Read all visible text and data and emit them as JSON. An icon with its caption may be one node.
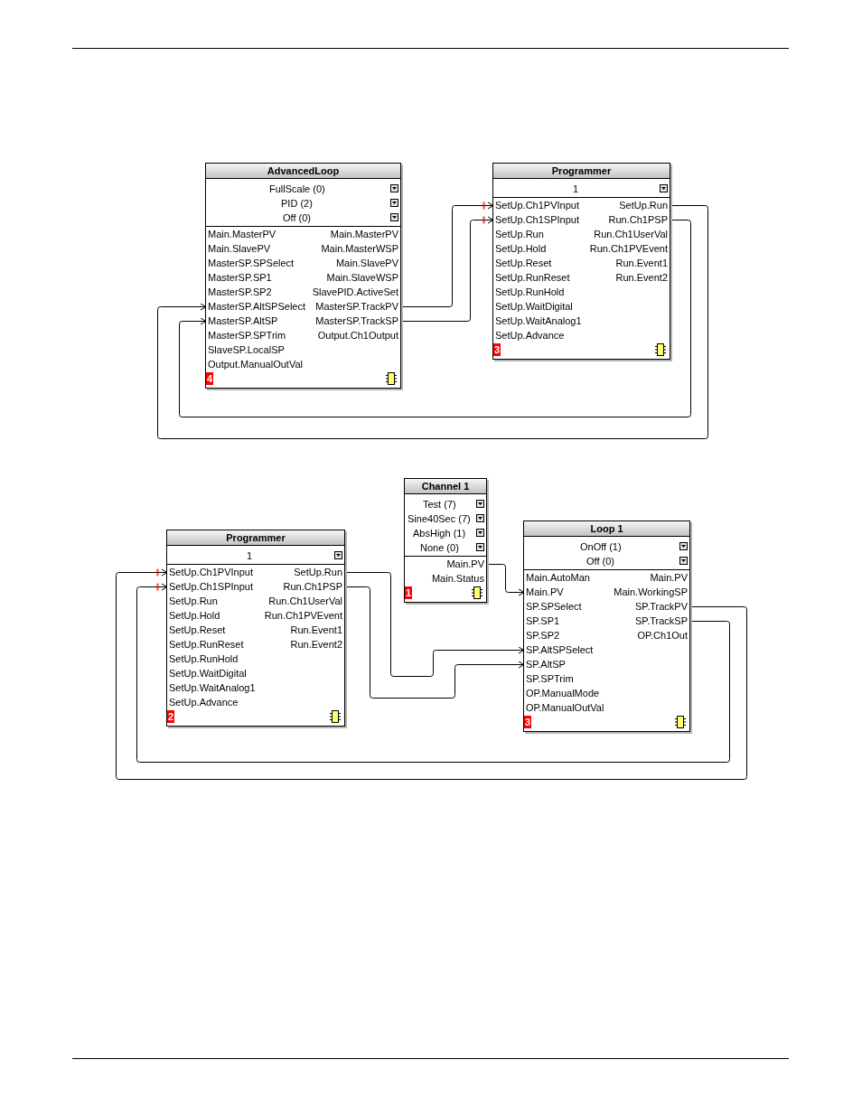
{
  "diagram": {
    "nodes": [
      {
        "text": [
          "AdvancedLoop",
          "FullScale (0)",
          "PID (2)",
          "Off (0)",
          "4"
        ]
      },
      {
        "text": [
          "Main.MasterPV"
        ],
        "in": 0
      },
      {
        "text": [
          "Main.MasterPV"
        ],
        "in": 0
      },
      {
        "text": [
          "Main.SlavePV"
        ],
        "in": 0
      },
      {
        "text": [
          "Main.MasterWSP"
        ],
        "in": 0
      },
      {
        "text": [
          "MasterSP.SPSelect"
        ],
        "in": 0
      },
      {
        "text": [
          "Main.SlavePV"
        ],
        "in": 0
      },
      {
        "text": [
          "MasterSP.SP1"
        ],
        "in": 0
      },
      {
        "text": [
          "Main.SlaveWSP"
        ],
        "in": 0
      },
      {
        "text": [
          "MasterSP.SP2"
        ],
        "in": 0
      },
      {
        "text": [
          "SlavePID.ActiveSet"
        ],
        "in": 0
      },
      {
        "text": [
          "MasterSP.AltSPSelect"
        ],
        "in": 0
      },
      {
        "text": [
          "MasterSP.TrackPV"
        ],
        "in": 0
      },
      {
        "text": [
          "MasterSP.AltSP"
        ],
        "in": 0
      },
      {
        "text": [
          "MasterSP.TrackSP"
        ],
        "in": 0
      },
      {
        "text": [
          "MasterSP.SPTrim"
        ],
        "in": 0
      },
      {
        "text": [
          "Output.Ch1Output"
        ],
        "in": 0
      },
      {
        "text": [
          "SlaveSP.LocalSP"
        ],
        "in": 0
      },
      {
        "text": [
          "Output.ManualOutVal"
        ],
        "in": 0
      },
      {
        "text": [
          "Programmer",
          "1",
          "3"
        ]
      },
      {
        "text": [
          "SetUp.Ch1PVInput"
        ],
        "in": 19
      },
      {
        "text": [
          "SetUp.Run"
        ],
        "in": 19
      },
      {
        "text": [
          "SetUp.Ch1SPInput"
        ],
        "in": 19
      },
      {
        "text": [
          "Run.Ch1PSP"
        ],
        "in": 19
      },
      {
        "text": [
          "SetUp.Run"
        ],
        "in": 19
      },
      {
        "text": [
          "Run.Ch1UserVal"
        ],
        "in": 19
      },
      {
        "text": [
          "SetUp.Hold"
        ],
        "in": 19
      },
      {
        "text": [
          "Run.Ch1PVEvent"
        ],
        "in": 19
      },
      {
        "text": [
          "SetUp.Reset"
        ],
        "in": 19
      },
      {
        "text": [
          "Run.Event1"
        ],
        "in": 19
      },
      {
        "text": [
          "SetUp.RunReset"
        ],
        "in": 19
      },
      {
        "text": [
          "Run.Event2"
        ],
        "in": 19
      },
      {
        "text": [
          "SetUp.RunHold"
        ],
        "in": 19
      },
      {
        "text": [
          "SetUp.WaitDigital"
        ],
        "in": 19
      },
      {
        "text": [
          "SetUp.WaitAnalog1"
        ],
        "in": 19
      },
      {
        "text": [
          "SetUp.Advance"
        ],
        "in": 19
      },
      {
        "text": [
          "Programmer",
          "1",
          "2"
        ]
      },
      {
        "text": [
          "SetUp.Ch1PVInput"
        ],
        "in": 36
      },
      {
        "text": [
          "SetUp.Run"
        ],
        "in": 36
      },
      {
        "text": [
          "SetUp.Ch1SPInput"
        ],
        "in": 36
      },
      {
        "text": [
          "Run.Ch1PSP"
        ],
        "in": 36
      },
      {
        "text": [
          "SetUp.Run"
        ],
        "in": 36
      },
      {
        "text": [
          "Run.Ch1UserVal"
        ],
        "in": 36
      },
      {
        "text": [
          "SetUp.Hold"
        ],
        "in": 36
      },
      {
        "text": [
          "Run.Ch1PVEvent"
        ],
        "in": 36
      },
      {
        "text": [
          "SetUp.Reset"
        ],
        "in": 36
      },
      {
        "text": [
          "Run.Event1"
        ],
        "in": 36
      },
      {
        "text": [
          "SetUp.RunReset"
        ],
        "in": 36
      },
      {
        "text": [
          "Run.Event2"
        ],
        "in": 36
      },
      {
        "text": [
          "SetUp.RunHold"
        ],
        "in": 36
      },
      {
        "text": [
          "SetUp.WaitDigital"
        ],
        "in": 36
      },
      {
        "text": [
          "SetUp.WaitAnalog1"
        ],
        "in": 36
      },
      {
        "text": [
          "SetUp.Advance"
        ],
        "in": 36
      },
      {
        "text": [
          "Channel 1",
          "Test (7)",
          "Sine40Sec (7)",
          "AbsHigh (1)",
          "None (0)",
          "1"
        ]
      },
      {
        "text": [
          "Main.PV"
        ],
        "in": 53
      },
      {
        "text": [
          "Main.Status"
        ],
        "in": 53
      },
      {
        "text": [
          "Loop 1",
          "OnOff (1)",
          "Off (0)",
          "3"
        ]
      },
      {
        "text": [
          "Main.AutoMan"
        ],
        "in": 56
      },
      {
        "text": [
          "Main.PV"
        ],
        "in": 56
      },
      {
        "text": [
          "Main.PV"
        ],
        "in": 56
      },
      {
        "text": [
          "Main.WorkingSP"
        ],
        "in": 56
      },
      {
        "text": [
          "SP.SPSelect"
        ],
        "in": 56
      },
      {
        "text": [
          "SP.TrackPV"
        ],
        "in": 56
      },
      {
        "text": [
          "SP.SP1"
        ],
        "in": 56
      },
      {
        "text": [
          "SP.TrackSP"
        ],
        "in": 56
      },
      {
        "text": [
          "SP.SP2"
        ],
        "in": 56
      },
      {
        "text": [
          "OP.Ch1Out"
        ],
        "in": 56
      },
      {
        "text": [
          "SP.AltSPSelect"
        ],
        "in": 56
      },
      {
        "text": [
          "SP.AltSP"
        ],
        "in": 56
      },
      {
        "text": [
          "SP.SPTrim"
        ],
        "in": 56
      },
      {
        "text": [
          "OP.ManualMode"
        ],
        "in": 56
      },
      {
        "text": [
          "OP.ManualOutVal"
        ],
        "in": 56
      }
    ],
    "edges": [
      {
        "from": 12,
        "to": 20,
        "arrow": "to"
      },
      {
        "from": 14,
        "to": 22,
        "arrow": "to"
      },
      {
        "from": 21,
        "to": 11,
        "arrow": "to"
      },
      {
        "from": 23,
        "to": 13,
        "arrow": "to"
      },
      {
        "from": 54,
        "to": 59,
        "arrow": "to"
      },
      {
        "from": 38,
        "to": 67,
        "arrow": "to"
      },
      {
        "from": 40,
        "to": 68,
        "arrow": "to"
      },
      {
        "from": 62,
        "to": 37,
        "arrow": "to"
      },
      {
        "from": 64,
        "to": 39,
        "arrow": "to"
      }
    ]
  }
}
